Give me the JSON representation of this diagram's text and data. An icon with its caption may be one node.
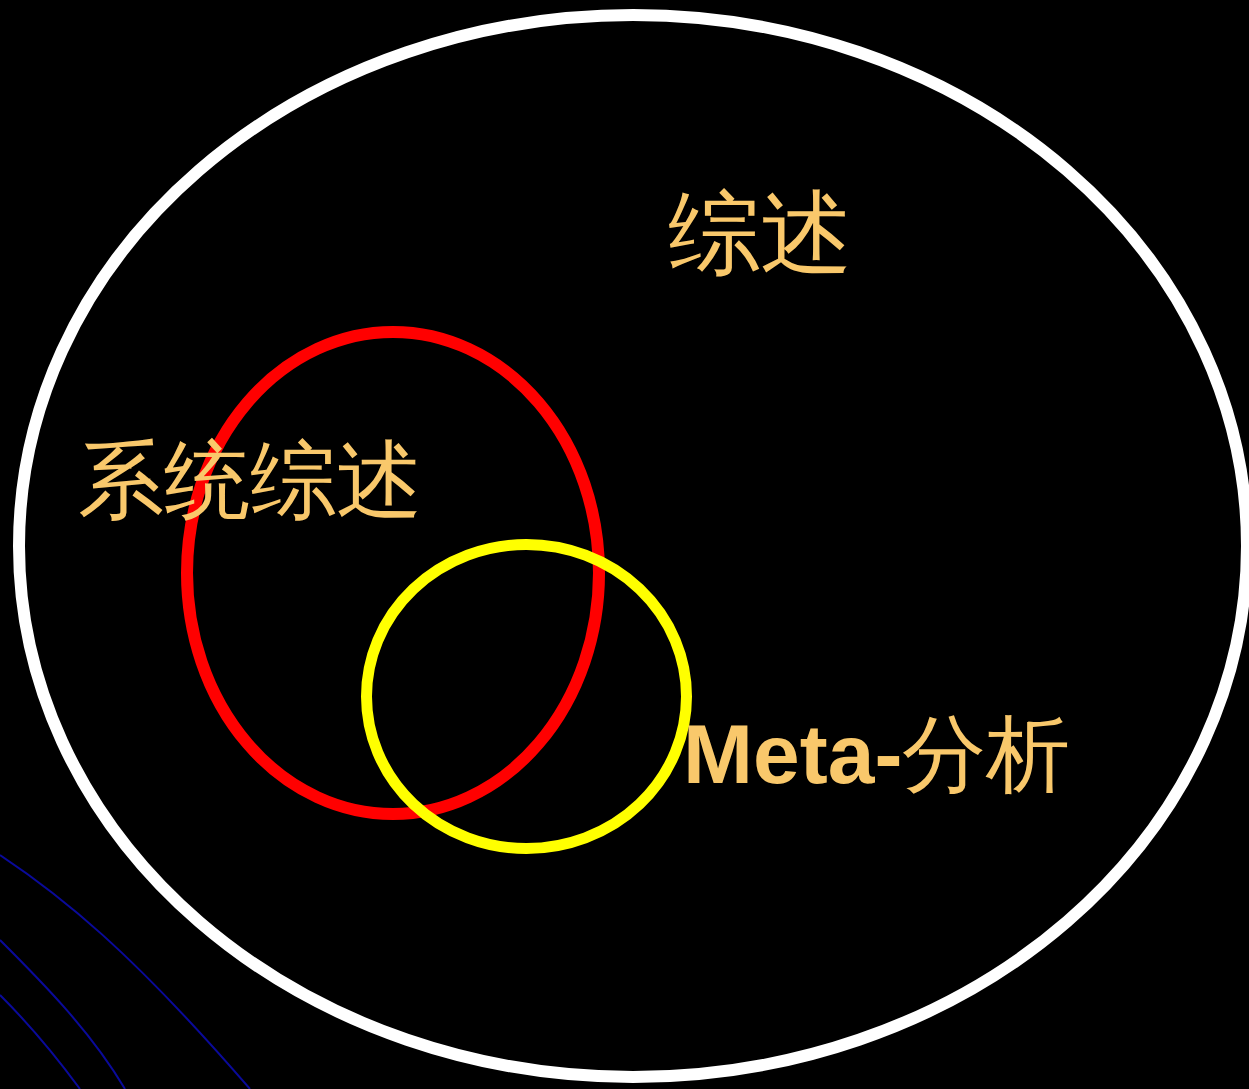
{
  "diagram": {
    "nodes": [
      {
        "text": [
          "综述"
        ]
      },
      {
        "text": [
          "系统综述"
        ],
        "in": 0
      },
      {
        "text": [
          "**Meta-**分析"
        ],
        "in": 0
      }
    ]
  }
}
